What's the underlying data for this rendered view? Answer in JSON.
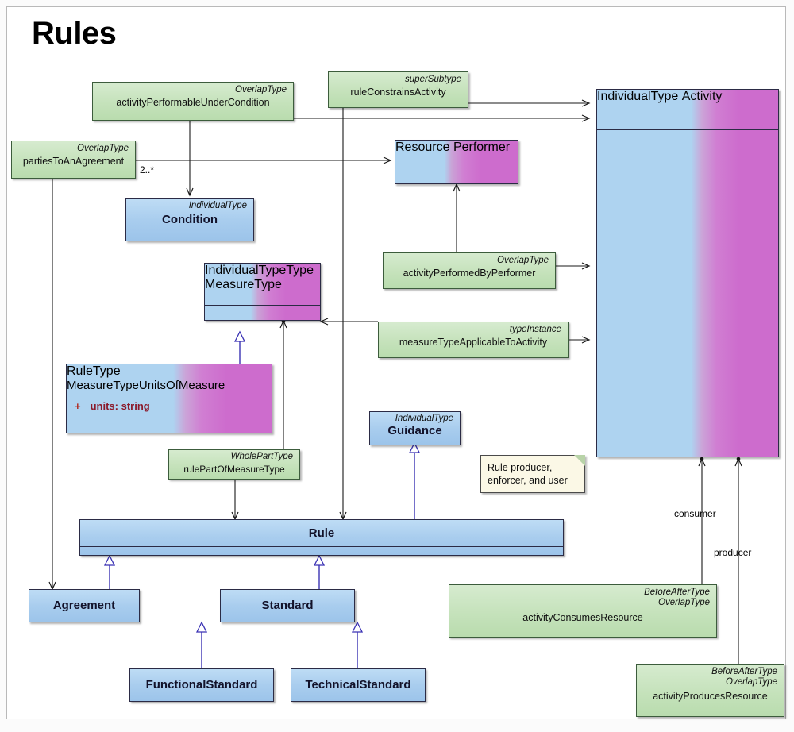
{
  "diagram": {
    "title": "Rules",
    "type": "uml-class-diagram"
  },
  "classes": [
    {
      "id": "activity",
      "name": "Activity",
      "stereotype": "IndividualType",
      "style": "gradient"
    },
    {
      "id": "performer",
      "name": "Performer",
      "stereotype": "Resource",
      "style": "gradient"
    },
    {
      "id": "condition",
      "name": "Condition",
      "stereotype": "IndividualType",
      "style": "plain"
    },
    {
      "id": "measuretype",
      "name": "MeasureType",
      "stereotype": "IndividualTypeType",
      "style": "gradient"
    },
    {
      "id": "mtuom",
      "name": "MeasureTypeUnitsOfMeasure",
      "stereotype": "RuleType",
      "style": "gradient",
      "attributes": [
        {
          "visibility": "+",
          "text": "units:  string"
        }
      ]
    },
    {
      "id": "guidance",
      "name": "Guidance",
      "stereotype": "IndividualType",
      "style": "plain"
    },
    {
      "id": "rule",
      "name": "Rule",
      "stereotype": "",
      "style": "plain"
    },
    {
      "id": "agreement",
      "name": "Agreement",
      "stereotype": "",
      "style": "plain"
    },
    {
      "id": "standard",
      "name": "Standard",
      "stereotype": "",
      "style": "plain"
    },
    {
      "id": "funcstd",
      "name": "FunctionalStandard",
      "stereotype": "",
      "style": "plain"
    },
    {
      "id": "techstd",
      "name": "TechnicalStandard",
      "stereotype": "",
      "style": "plain"
    }
  ],
  "associations": [
    {
      "id": "apuc",
      "name": "activityPerformableUnderCondition",
      "stereotypes": [
        "OverlapType"
      ]
    },
    {
      "id": "rca",
      "name": "ruleConstrainsActivity",
      "stereotypes": [
        "superSubtype"
      ]
    },
    {
      "id": "ptaa",
      "name": "partiesToAnAgreement",
      "stereotypes": [
        "OverlapType"
      ]
    },
    {
      "id": "apbp",
      "name": "activityPerformedByPerformer",
      "stereotypes": [
        "OverlapType"
      ]
    },
    {
      "id": "mtata",
      "name": "measureTypeApplicableToActivity",
      "stereotypes": [
        "typeInstance"
      ]
    },
    {
      "id": "rpomt",
      "name": "rulePartOfMeasureType",
      "stereotypes": [
        "WholePartType"
      ]
    },
    {
      "id": "acr",
      "name": "activityConsumesResource",
      "stereotypes": [
        "BeforeAfterType",
        "OverlapType"
      ]
    },
    {
      "id": "apr",
      "name": "activityProducesResource",
      "stereotypes": [
        "BeforeAfterType",
        "OverlapType"
      ]
    }
  ],
  "notes": [
    {
      "id": "rule-note",
      "line1": "Rule producer,",
      "line2": "enforcer, and user"
    }
  ],
  "edge_labels": [
    {
      "id": "multiplicity-2star",
      "text": "2..*"
    },
    {
      "id": "role-consumer",
      "text": "consumer"
    },
    {
      "id": "role-producer",
      "text": "producer"
    }
  ],
  "colors": {
    "class_blue": "#a9cdee",
    "class_magenta": "#cd6ccd",
    "association_green": "#c5e2bb",
    "note_cream": "#fbf8e6",
    "generalization_line": "#3a32b4",
    "association_line": "#1a1a1a",
    "attribute_text": "#8b1a2b"
  }
}
